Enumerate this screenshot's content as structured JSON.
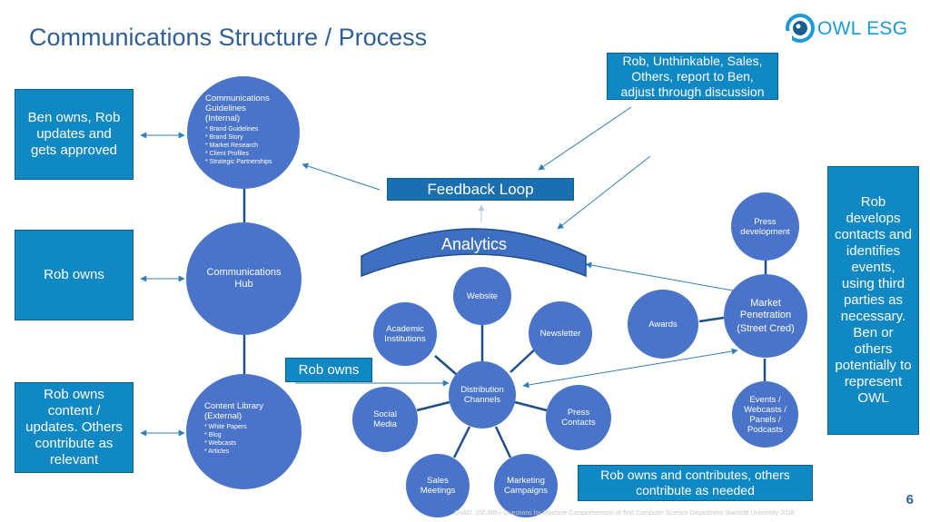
{
  "title": "Communications Structure / Process",
  "logo": {
    "text_a": "OWL",
    "text_b": "ESG",
    "icon": "owl-eye-icon"
  },
  "boxes": {
    "ben_owns": "Ben owns, Rob updates and gets approved",
    "rob_owns_hub": "Rob owns",
    "rob_owns_content": "Rob owns content / updates. Others contribute as relevant",
    "report_to_ben": "Rob, Unthinkable, Sales, Others, report to Ben, adjust through discussion",
    "feedback_loop": "Feedback Loop",
    "analytics": "Analytics",
    "rob_owns_distribution": "Rob owns",
    "rob_develops": "Rob develops contacts and identifies events, using third parties as necessary. Ben or others potentially to represent OWL",
    "rob_owns_contributes": "Rob owns and contributes, others contribute as needed"
  },
  "circles": {
    "guidelines_title": "Communications Guidelines (Internal)",
    "guidelines_items": [
      "* Brand Guidelines",
      "* Brand Story",
      "* Market Research",
      "* Client Profiles",
      "* Strategic Partnerships"
    ],
    "hub": "Communications Hub",
    "library_title": "Content Library (External)",
    "library_items": [
      "* White Papers",
      "* Blog",
      "* Webcasts",
      "* Articles"
    ],
    "website": "Website",
    "newsletter": "Newsletter",
    "academic": "Academic Institutions",
    "distribution": "Distribution Channels",
    "social": "Social Media",
    "press_contacts": "Press Contacts",
    "sales": "Sales Meetings",
    "marketing": "Marketing Campaigns",
    "press_dev": "Press development",
    "awards": "Awards",
    "market_pen_1": "Market Penetration",
    "market_pen_2": "(Street Cred)",
    "events": "Events / Webcasts / Panels / Podcasts"
  },
  "page_number": "6",
  "footer": "QuAD: 100,000+ Questions for Machine Comprehension of Text Computer Science Department Stanford University 2018",
  "colors": {
    "box_fill": "#1088c4",
    "circle_fill": "#4a74c9",
    "title": "#2f5f96",
    "arrow": "#2f7fb8"
  }
}
